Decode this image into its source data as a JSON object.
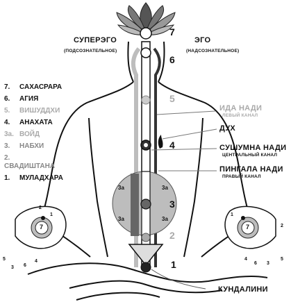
{
  "header": {
    "superego": "СУПЕРЭГО",
    "superego_sub": "(ПОДСОЗНАТЕЛЬНОЕ)",
    "ego": "ЭГО",
    "ego_sub": "(НАДСОЗНАТЕЛЬНОЕ)"
  },
  "chakras": [
    {
      "num": "7.",
      "name": "САХАСРАРА",
      "tone": "dark"
    },
    {
      "num": "6.",
      "name": "АГИЯ",
      "tone": "dark"
    },
    {
      "num": "5.",
      "name": "ВИШУДДХИ",
      "tone": "gray"
    },
    {
      "num": "4.",
      "name": "АНАХАТА",
      "tone": "dark"
    },
    {
      "num": "3а.",
      "name": "ВОЙД",
      "tone": "gray"
    },
    {
      "num": "3.",
      "name": "НАБХИ",
      "tone": "mid"
    },
    {
      "num": "2.",
      "name": "СВАДИШТАНА",
      "tone": "mid"
    },
    {
      "num": "1.",
      "name": "МУЛАДХАРА",
      "tone": "dark"
    }
  ],
  "channels": {
    "ida": "ИДА НАДИ",
    "ida_sub": "ЛЕВЫЙ КАНАЛ",
    "spirit": "ДУХ",
    "sushumna": "СУШУМНА НАДИ",
    "sushumna_sub": "ЦЕНТРАЛЬНЫЙ КАНАЛ",
    "pingala": "ПИНГАЛА НАДИ",
    "pingala_sub": "ПРАВЫЙ КАНАЛ",
    "kundalini": "КУНДАЛИНИ"
  },
  "body_numbers": {
    "n7": "7",
    "n6": "6",
    "n5": "5",
    "n4": "4",
    "n3": "3",
    "n2": "2",
    "n1": "1",
    "void_a": "3а",
    "void_b": "3а",
    "void_c": "3а",
    "void_d": "3а"
  },
  "hands": {
    "left_palm": "7",
    "right_palm": "7",
    "left_fingers": [
      "2",
      "1",
      "5",
      "3",
      "6",
      "4"
    ],
    "right_fingers": [
      "1",
      "2",
      "4",
      "6",
      "3",
      "5"
    ]
  }
}
